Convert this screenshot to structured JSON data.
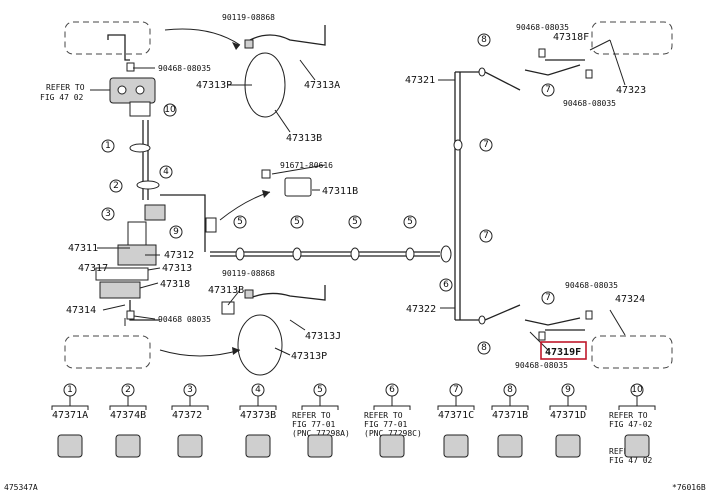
{
  "callouts": {
    "p90119_top": "90119-08868",
    "p90468_tl": "90468-08035",
    "refer_fig_4702": "REFER TO",
    "refer_fig_4702_b": "FIG 47 02",
    "p47313P_top": "47313P",
    "p47313A": "47313A",
    "p47313B_top": "47313B",
    "p91671": "91671-80616",
    "p47311B": "47311B",
    "p47311": "47311",
    "p47312": "47312",
    "p47317": "47317",
    "p47313": "47313",
    "p47318": "47318",
    "p47314": "47314",
    "p90468_mid": "90468 08035",
    "p90119_bot": "90119-08868",
    "p47313B_bot": "47313B",
    "p47313J": "47313J",
    "p47313P_bot": "47313P",
    "p90468_tr": "90468-08035",
    "p47318F": "47318F",
    "p47321": "47321",
    "p47323": "47323",
    "p90468_tr2": "90468-08035",
    "p47322": "47322",
    "p90468_br": "90468-08035",
    "p47324": "47324",
    "p47319F": "47319F",
    "p90468_br2": "90468-08035"
  },
  "legend": [
    {
      "num": "1",
      "text": "47371A"
    },
    {
      "num": "2",
      "text": "47374B"
    },
    {
      "num": "3",
      "text": "47372"
    },
    {
      "num": "4",
      "text": "47373B"
    },
    {
      "num": "5",
      "text": "REFER TO\nFIG 77-01\n(PNC 77298A)"
    },
    {
      "num": "6",
      "text": "REFER TO\nFIG 77-01\n(PNC 77298C)"
    },
    {
      "num": "7",
      "text": "47371C"
    },
    {
      "num": "8",
      "text": "47371B"
    },
    {
      "num": "9",
      "text": "47371D"
    },
    {
      "num": "10",
      "text": "REFER TO\nFIG 47-02\n\n\nREFER TO\nFIG 47 02"
    }
  ],
  "footer": {
    "left_code": "475347A",
    "right_code": "*76016B"
  },
  "colors": {
    "highlight": "#c0182b",
    "line": "#222222"
  }
}
